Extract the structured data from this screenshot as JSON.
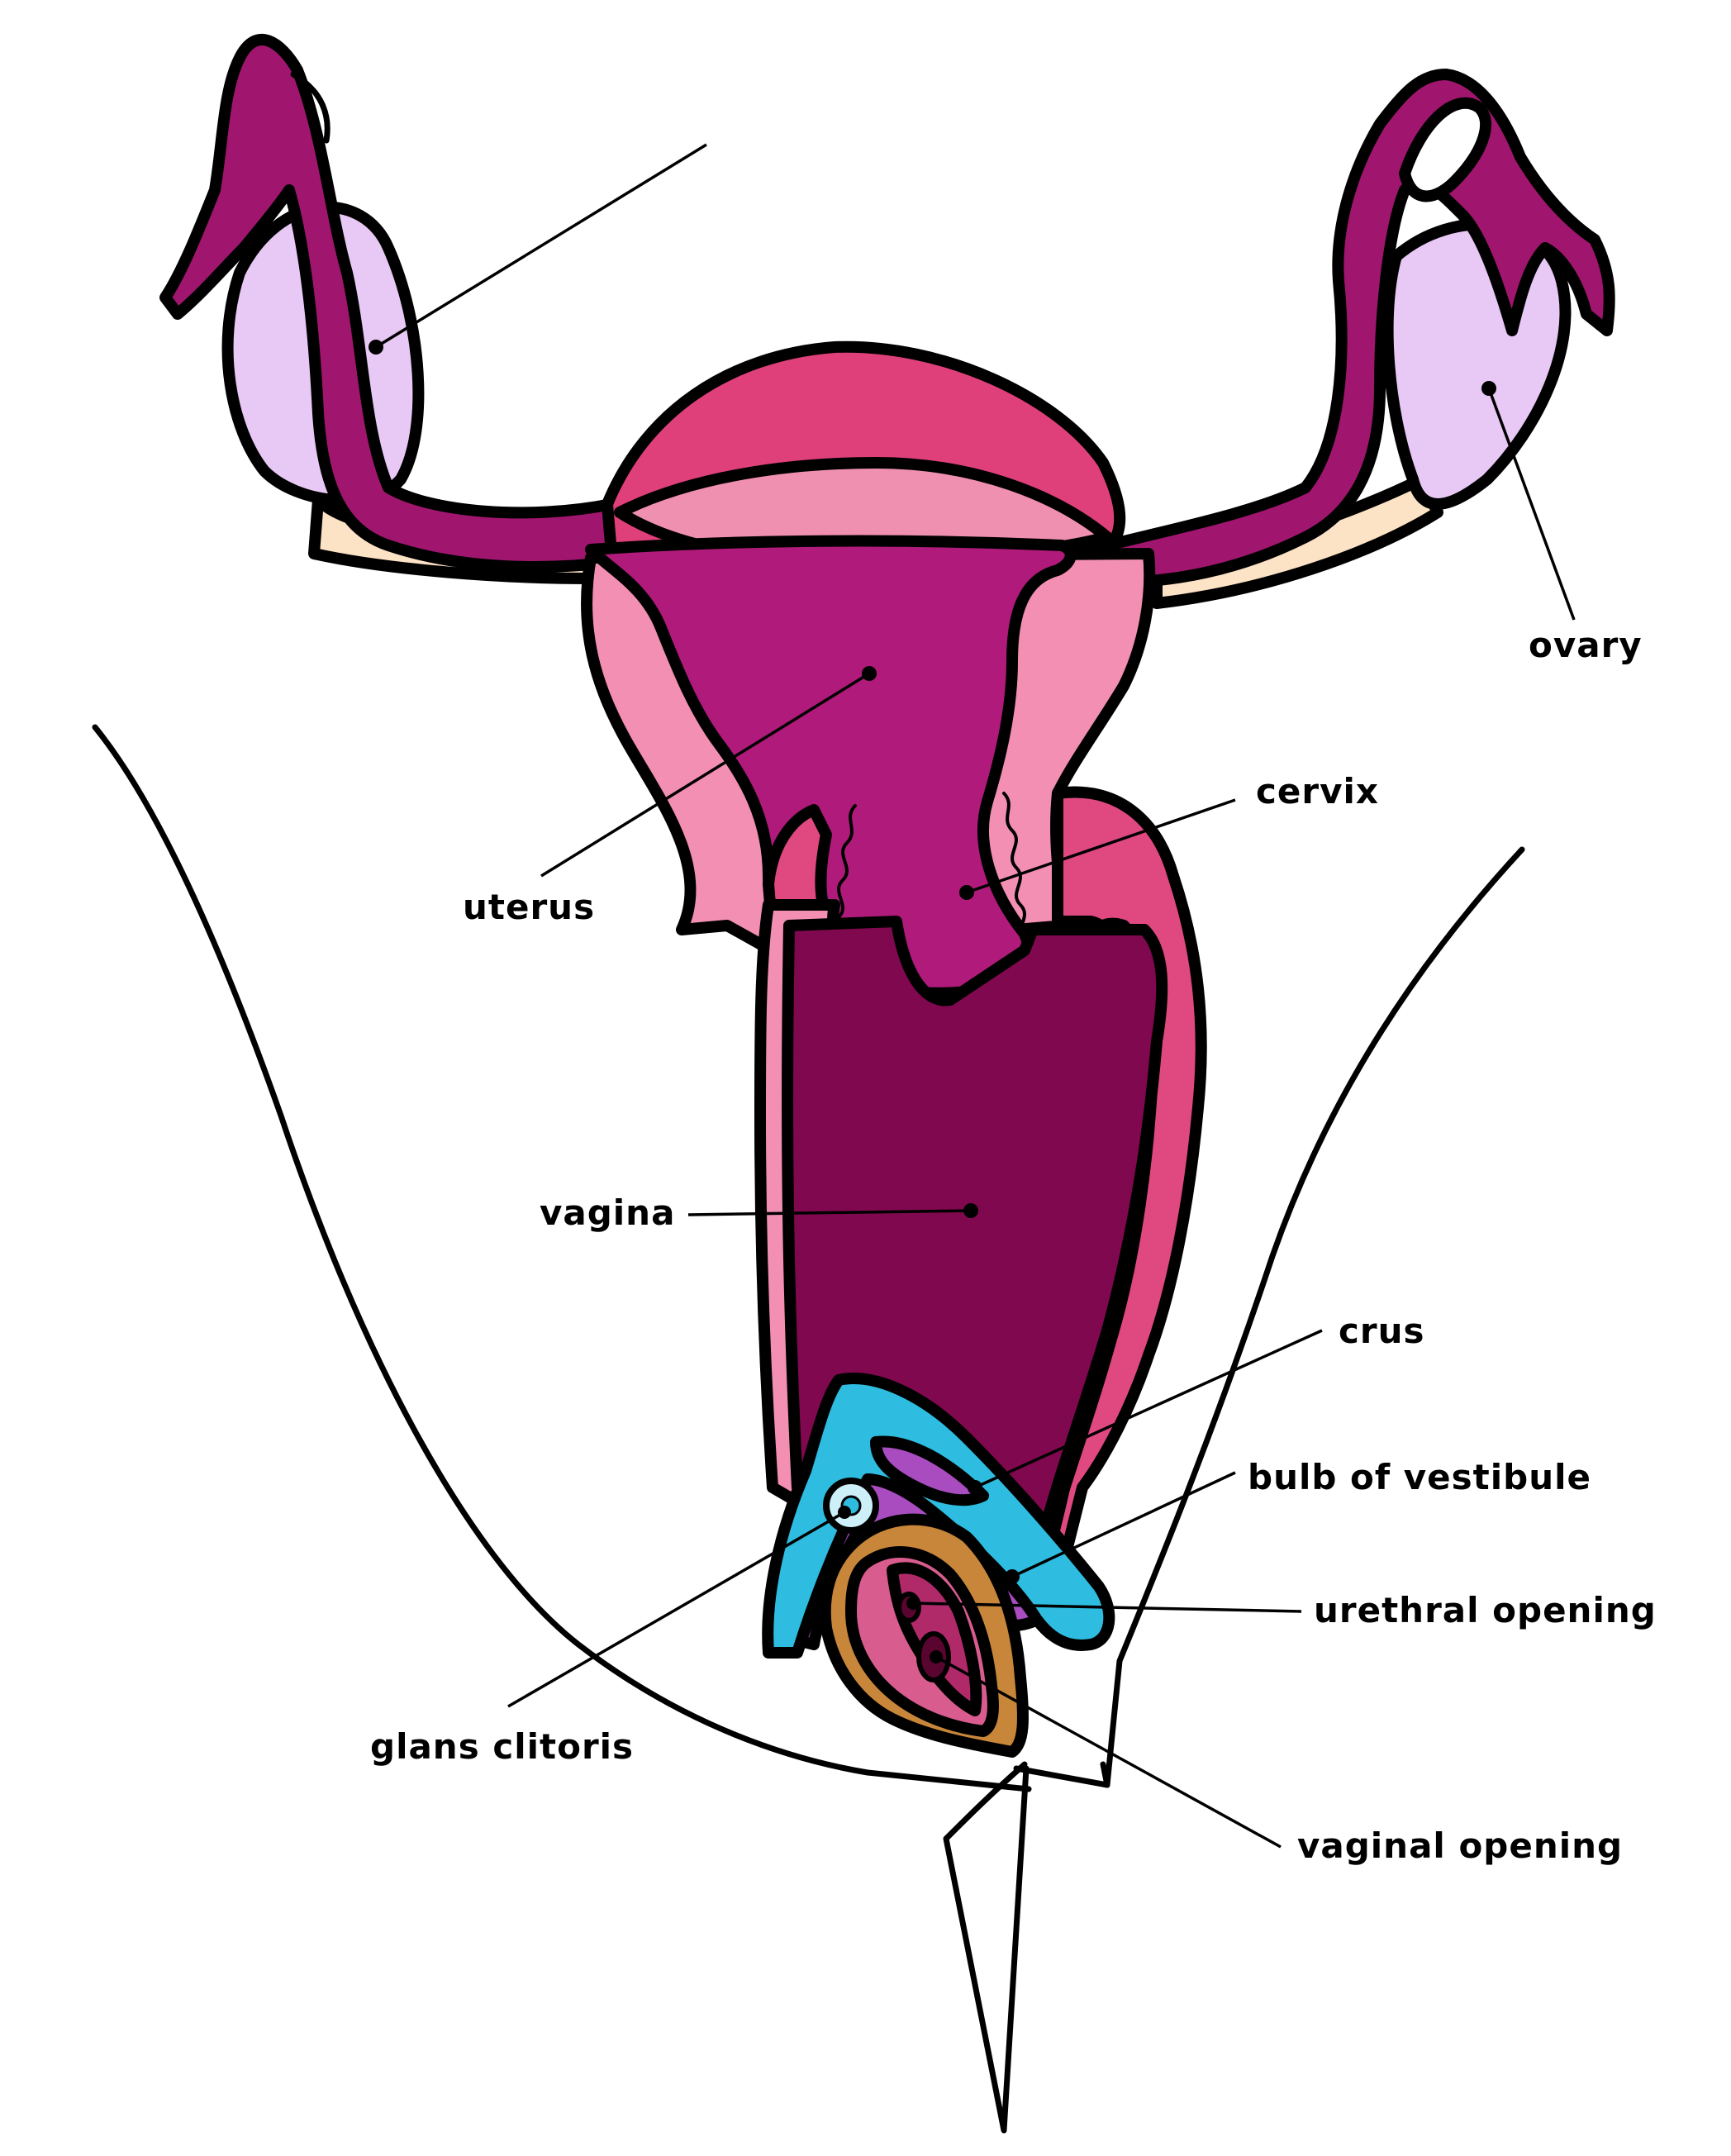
{
  "labels": {
    "ovary": "ovary",
    "cervix": "cervix",
    "uterus": "uterus",
    "vagina": "vagina",
    "crus": "crus",
    "bulb": "bulb of vestibule",
    "urethral": "urethral opening",
    "glans": "glans clitoris",
    "vaginal_opening": "vaginal opening"
  },
  "colors": {
    "tube": "#A0166E",
    "ovary": "#E8C8F4",
    "ligament": "#FDE3C6",
    "fundus": "#E0407A",
    "uterine_cavity": "#F090B0",
    "uterine_wall": "#F28FB2",
    "uterus_body": "#B01A7A",
    "vaginal_wall": "#E04880",
    "vaginal_inner": "#F28FB2",
    "vagina_body": "#80084E",
    "crus": "#2EBDE0",
    "bulb": "#A84CC0",
    "labia": "#C8863A",
    "vestibule": "#D85C8E"
  }
}
